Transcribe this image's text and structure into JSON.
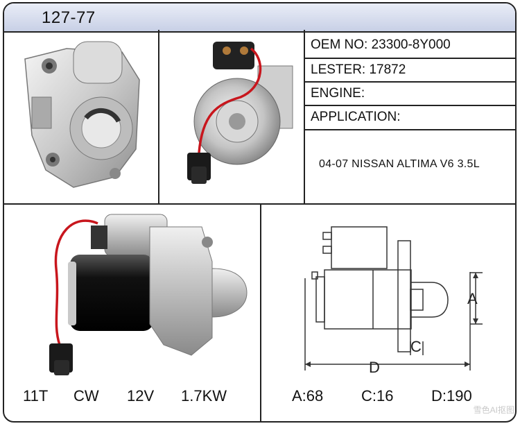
{
  "header": {
    "title": "127-77"
  },
  "specs": [
    {
      "label": "OEM NO: 23300-8Y000"
    },
    {
      "label": "LESTER: 17872"
    },
    {
      "label": "ENGINE:"
    },
    {
      "label": "APPLICATION:"
    }
  ],
  "application_value": "04-07 NISSAN ALTIMA V6 3.5L",
  "ratings": {
    "teeth": "11T",
    "rotation": "CW",
    "voltage": "12V",
    "power": "1.7KW"
  },
  "drawing": {
    "label_a": "A",
    "label_c": "C",
    "label_d": "D"
  },
  "dimensions": {
    "a": "A:68",
    "c": "C:16",
    "d": "D:190"
  },
  "watermark": "雪色AI抠图",
  "colors": {
    "header_bg": "#d3d9ec",
    "wire_red": "#c8161d",
    "motor_black": "#111111"
  }
}
